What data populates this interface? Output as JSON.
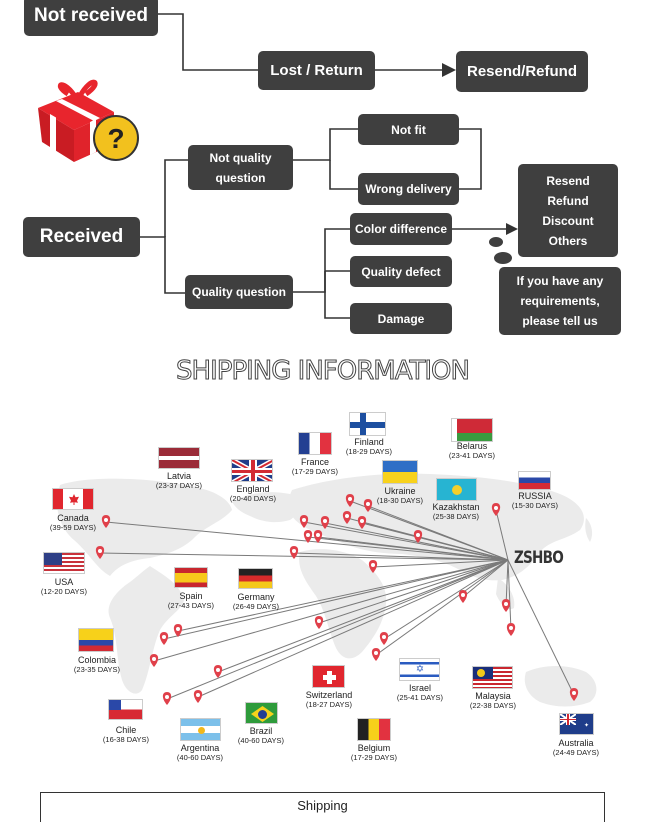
{
  "flowchart": {
    "not_received": "Not received",
    "lost_return": "Lost / Return",
    "resend_refund": "Resend/Refund",
    "received": "Received",
    "not_quality_question": [
      "Not quality",
      "question"
    ],
    "quality_question": "Quality question",
    "not_fit": "Not fit",
    "wrong_delivery": "Wrong delivery",
    "color_difference": "Color difference",
    "quality_defect": "Quality defect",
    "damage": "Damage",
    "options": [
      "Resend",
      "Refund",
      "Discount",
      "Others"
    ],
    "requirements": [
      "If you have any",
      "requirements,",
      "please tell us"
    ],
    "gift_icon": "gift-box-question-icon"
  },
  "shipping": {
    "heading": "SHIPPING INFORMATION",
    "brand": "ZSHBO",
    "countries": [
      {
        "name": "Finland",
        "days": "(18-29 DAYS)",
        "flag": "finland"
      },
      {
        "name": "Belarus",
        "days": "(23-41 DAYS)",
        "flag": "belarus"
      },
      {
        "name": "France",
        "days": "(17-29 DAYS)",
        "flag": "france"
      },
      {
        "name": "Latvia",
        "days": "(23-37 DAYS)",
        "flag": "latvia"
      },
      {
        "name": "England",
        "days": "(20-40 DAYS)",
        "flag": "uk"
      },
      {
        "name": "Ukraine",
        "days": "(18-30 DAYS)",
        "flag": "ukraine"
      },
      {
        "name": "Kazakhstan",
        "days": "(25-38 DAYS)",
        "flag": "kazakhstan"
      },
      {
        "name": "RUSSIA",
        "days": "(15-30 DAYS)",
        "flag": "russia"
      },
      {
        "name": "Canada",
        "days": "(39-59 DAYS)",
        "flag": "canada"
      },
      {
        "name": "USA",
        "days": "(12-20 DAYS)",
        "flag": "usa"
      },
      {
        "name": "Spain",
        "days": "(27-43 DAYS)",
        "flag": "spain"
      },
      {
        "name": "Germany",
        "days": "(26-49 DAYS)",
        "flag": "germany"
      },
      {
        "name": "Colombia",
        "days": "(23-35 DAYS)",
        "flag": "colombia"
      },
      {
        "name": "Switzerland",
        "days": "(18-27 DAYS)",
        "flag": "switzerland"
      },
      {
        "name": "Israel",
        "days": "(25-41 DAYS)",
        "flag": "israel"
      },
      {
        "name": "Malaysia",
        "days": "(22-38 DAYS)",
        "flag": "malaysia"
      },
      {
        "name": "Chile",
        "days": "(16-38 DAYS)",
        "flag": "chile"
      },
      {
        "name": "Brazil",
        "days": "(40-60 DAYS)",
        "flag": "brazil"
      },
      {
        "name": "Argentina",
        "days": "(40-60 DAYS)",
        "flag": "argentina"
      },
      {
        "name": "Belgium",
        "days": "(17-29 DAYS)",
        "flag": "belgium"
      },
      {
        "name": "Australia",
        "days": "(24-49 DAYS)",
        "flag": "australia"
      }
    ],
    "footer_label": "Shipping"
  },
  "colors": {
    "box": "#3f3f3f",
    "box_text": "#ffffff",
    "pin": "#e0404a",
    "map": "#ececec"
  }
}
